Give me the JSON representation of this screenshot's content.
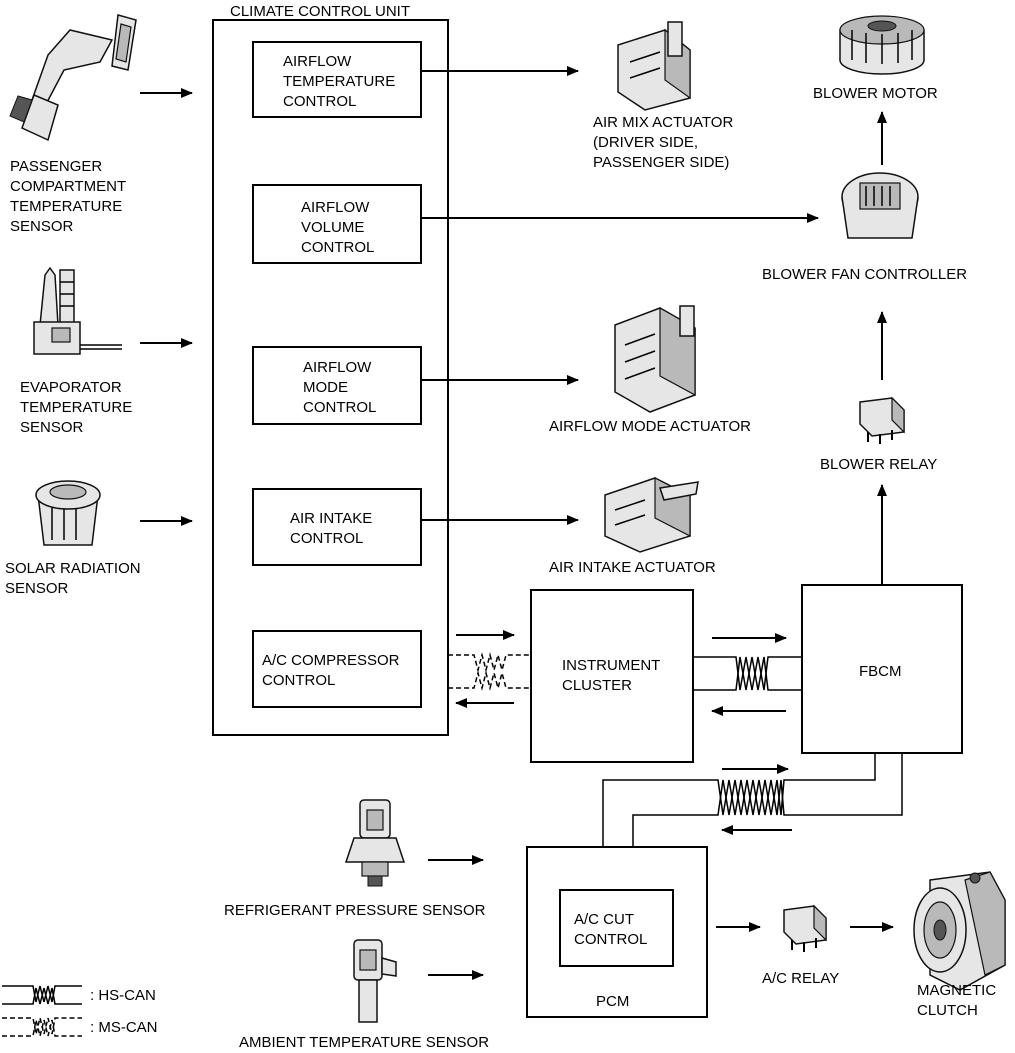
{
  "ccu": {
    "title": "CLIMATE CONTROL UNIT",
    "airflow_temp": [
      "AIRFLOW",
      "TEMPERATURE",
      "CONTROL"
    ],
    "airflow_volume": [
      "AIRFLOW",
      "VOLUME",
      "CONTROL"
    ],
    "airflow_mode": [
      "AIRFLOW",
      "MODE",
      "CONTROL"
    ],
    "air_intake": [
      "AIR INTAKE",
      "CONTROL"
    ],
    "ac_compressor": [
      "A/C COMPRESSOR",
      "CONTROL"
    ]
  },
  "sensors": {
    "passenger_temp": [
      "PASSENGER",
      "COMPARTMENT",
      "TEMPERATURE",
      "SENSOR"
    ],
    "evaporator_temp": [
      "EVAPORATOR",
      "TEMPERATURE",
      "SENSOR"
    ],
    "solar_radiation": [
      "SOLAR RADIATION",
      "SENSOR"
    ],
    "refrigerant_pressure": "REFRIGERANT PRESSURE SENSOR",
    "ambient_temp": "AMBIENT TEMPERATURE SENSOR"
  },
  "actuators": {
    "air_mix": [
      "AIR MIX ACTUATOR",
      "(DRIVER SIDE,",
      " PASSENGER SIDE)"
    ],
    "airflow_mode": "AIRFLOW MODE ACTUATOR",
    "air_intake": "AIR INTAKE ACTUATOR"
  },
  "blower": {
    "motor": "BLOWER MOTOR",
    "fan_controller": "BLOWER FAN CONTROLLER",
    "relay": "BLOWER RELAY"
  },
  "modules": {
    "instrument_cluster": [
      "INSTRUMENT",
      "CLUSTER"
    ],
    "fbcm": "FBCM",
    "pcm": "PCM",
    "ac_cut_control": [
      "A/C CUT",
      "CONTROL"
    ]
  },
  "ac": {
    "relay": "A/C RELAY",
    "magnetic_clutch": [
      "MAGNETIC",
      "CLUTCH"
    ]
  },
  "legend": {
    "hs_can": ": HS-CAN",
    "ms_can": ": MS-CAN"
  }
}
